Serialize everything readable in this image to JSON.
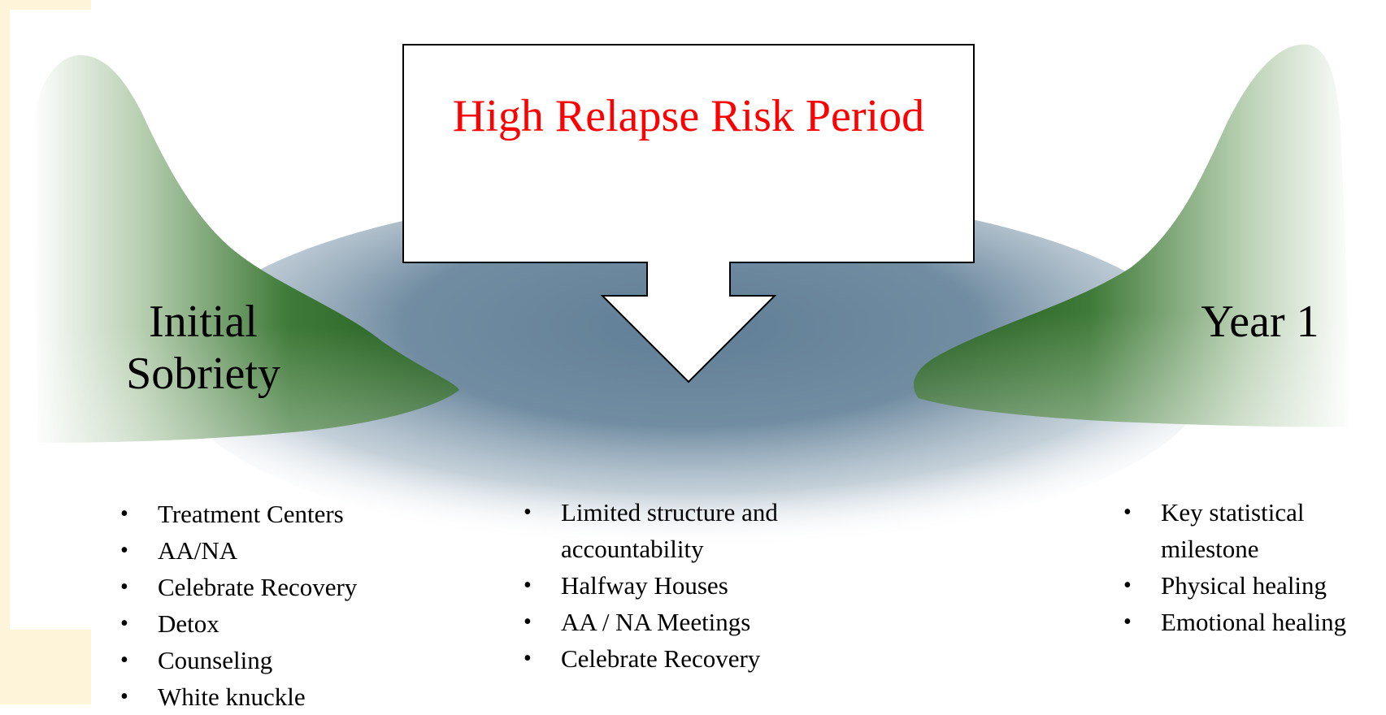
{
  "callout": {
    "title": "High Relapse Risk Period",
    "title_color": "#ff0000"
  },
  "peaks": {
    "left_label_line1": "Initial",
    "left_label_line2": "Sobriety",
    "right_label": "Year 1",
    "color": "#2e6b2a"
  },
  "valley": {
    "color": "#5f7e96"
  },
  "lists": {
    "left": [
      "Treatment Centers",
      "AA/NA",
      "Celebrate Recovery",
      "Detox",
      "Counseling",
      "White knuckle"
    ],
    "center": [
      "Limited structure and",
      "accountability",
      "Halfway Houses",
      "AA / NA Meetings",
      "Celebrate Recovery"
    ],
    "right": [
      "Key statistical",
      "milestone",
      "Physical healing",
      "Emotional healing"
    ]
  }
}
